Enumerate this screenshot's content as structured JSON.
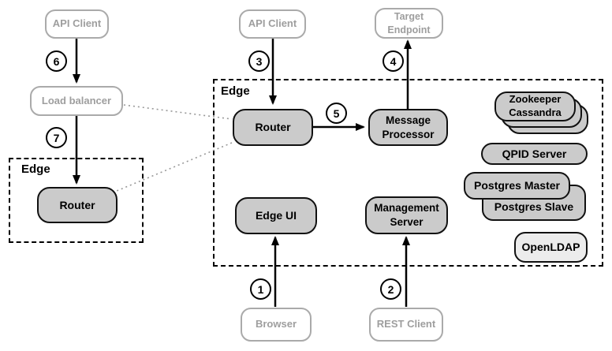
{
  "groups": {
    "edge_main": {
      "label": "Edge"
    },
    "edge_left": {
      "label": "Edge"
    }
  },
  "nodes": {
    "api_client_left": {
      "label": "API Client"
    },
    "load_balancer": {
      "label": "Load balancer"
    },
    "router_left": {
      "label": "Router"
    },
    "api_client_top": {
      "label": "API Client"
    },
    "target_endpoint": {
      "line1": "Target",
      "line2": "Endpoint"
    },
    "router_main": {
      "label": "Router"
    },
    "message_processor": {
      "line1": "Message",
      "line2": "Processor"
    },
    "edge_ui": {
      "label": "Edge UI"
    },
    "management_server": {
      "line1": "Management",
      "line2": "Server"
    },
    "zookeeper_cassandra": {
      "line1": "Zookeeper",
      "line2": "Cassandra"
    },
    "qpid_server": {
      "label": "QPID Server"
    },
    "postgres_master": {
      "label": "Postgres Master"
    },
    "postgres_slave": {
      "label": "Postgres Slave"
    },
    "openldap": {
      "label": "OpenLDAP"
    },
    "browser": {
      "label": "Browser"
    },
    "rest_client": {
      "label": "REST Client"
    }
  },
  "steps": {
    "s1": "1",
    "s2": "2",
    "s3": "3",
    "s4": "4",
    "s5": "5",
    "s6": "6",
    "s7": "7"
  },
  "colors": {
    "filled_node_fill": "#cbcbcb",
    "filled_node_border": "#111111",
    "outline_node_border": "#aaaaaa",
    "outline_node_text": "#9e9e9e",
    "light_node_fill": "#ececec",
    "arrow": "#000000",
    "dotted_link": "#999999"
  }
}
